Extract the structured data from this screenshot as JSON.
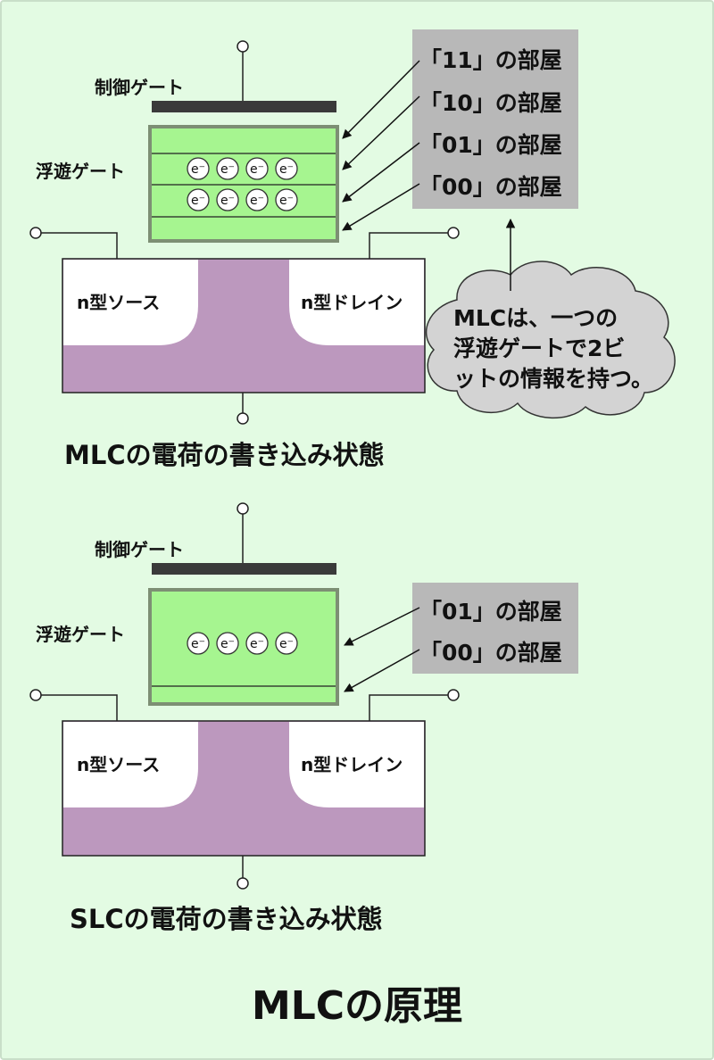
{
  "colors": {
    "background": "#e3fbe3",
    "border": "#c9dfc9",
    "gate_bar": "#3a3a3a",
    "floating_gate_fill": "#a6f590",
    "floating_gate_border": "#7d8f74",
    "substrate": "#bc98be",
    "label_box": "#b8b8b8",
    "cloud": "#d3d3d3"
  },
  "mlc": {
    "control_gate_label": "制御ゲート",
    "floating_gate_label": "浮遊ゲート",
    "source_label": "n型ソース",
    "drain_label": "n型ドレイン",
    "electron_symbol": "e⁻",
    "electron_rows": [
      4,
      4
    ],
    "rooms": [
      "「11」の部屋",
      "「10」の部屋",
      "「01」の部屋",
      "「00」の部屋"
    ],
    "caption": "MLCの電荷の書き込み状態",
    "callout": [
      "MLCは、一つの",
      "浮遊ゲートで2ビ",
      "ットの情報を持つ。"
    ]
  },
  "slc": {
    "control_gate_label": "制御ゲート",
    "floating_gate_label": "浮遊ゲート",
    "source_label": "n型ソース",
    "drain_label": "n型ドレイン",
    "electron_symbol": "e⁻",
    "electron_rows": [
      4
    ],
    "rooms": [
      "「01」の部屋",
      "「00」の部屋"
    ],
    "caption": "SLCの電荷の書き込み状態"
  },
  "title": "MLCの原理"
}
